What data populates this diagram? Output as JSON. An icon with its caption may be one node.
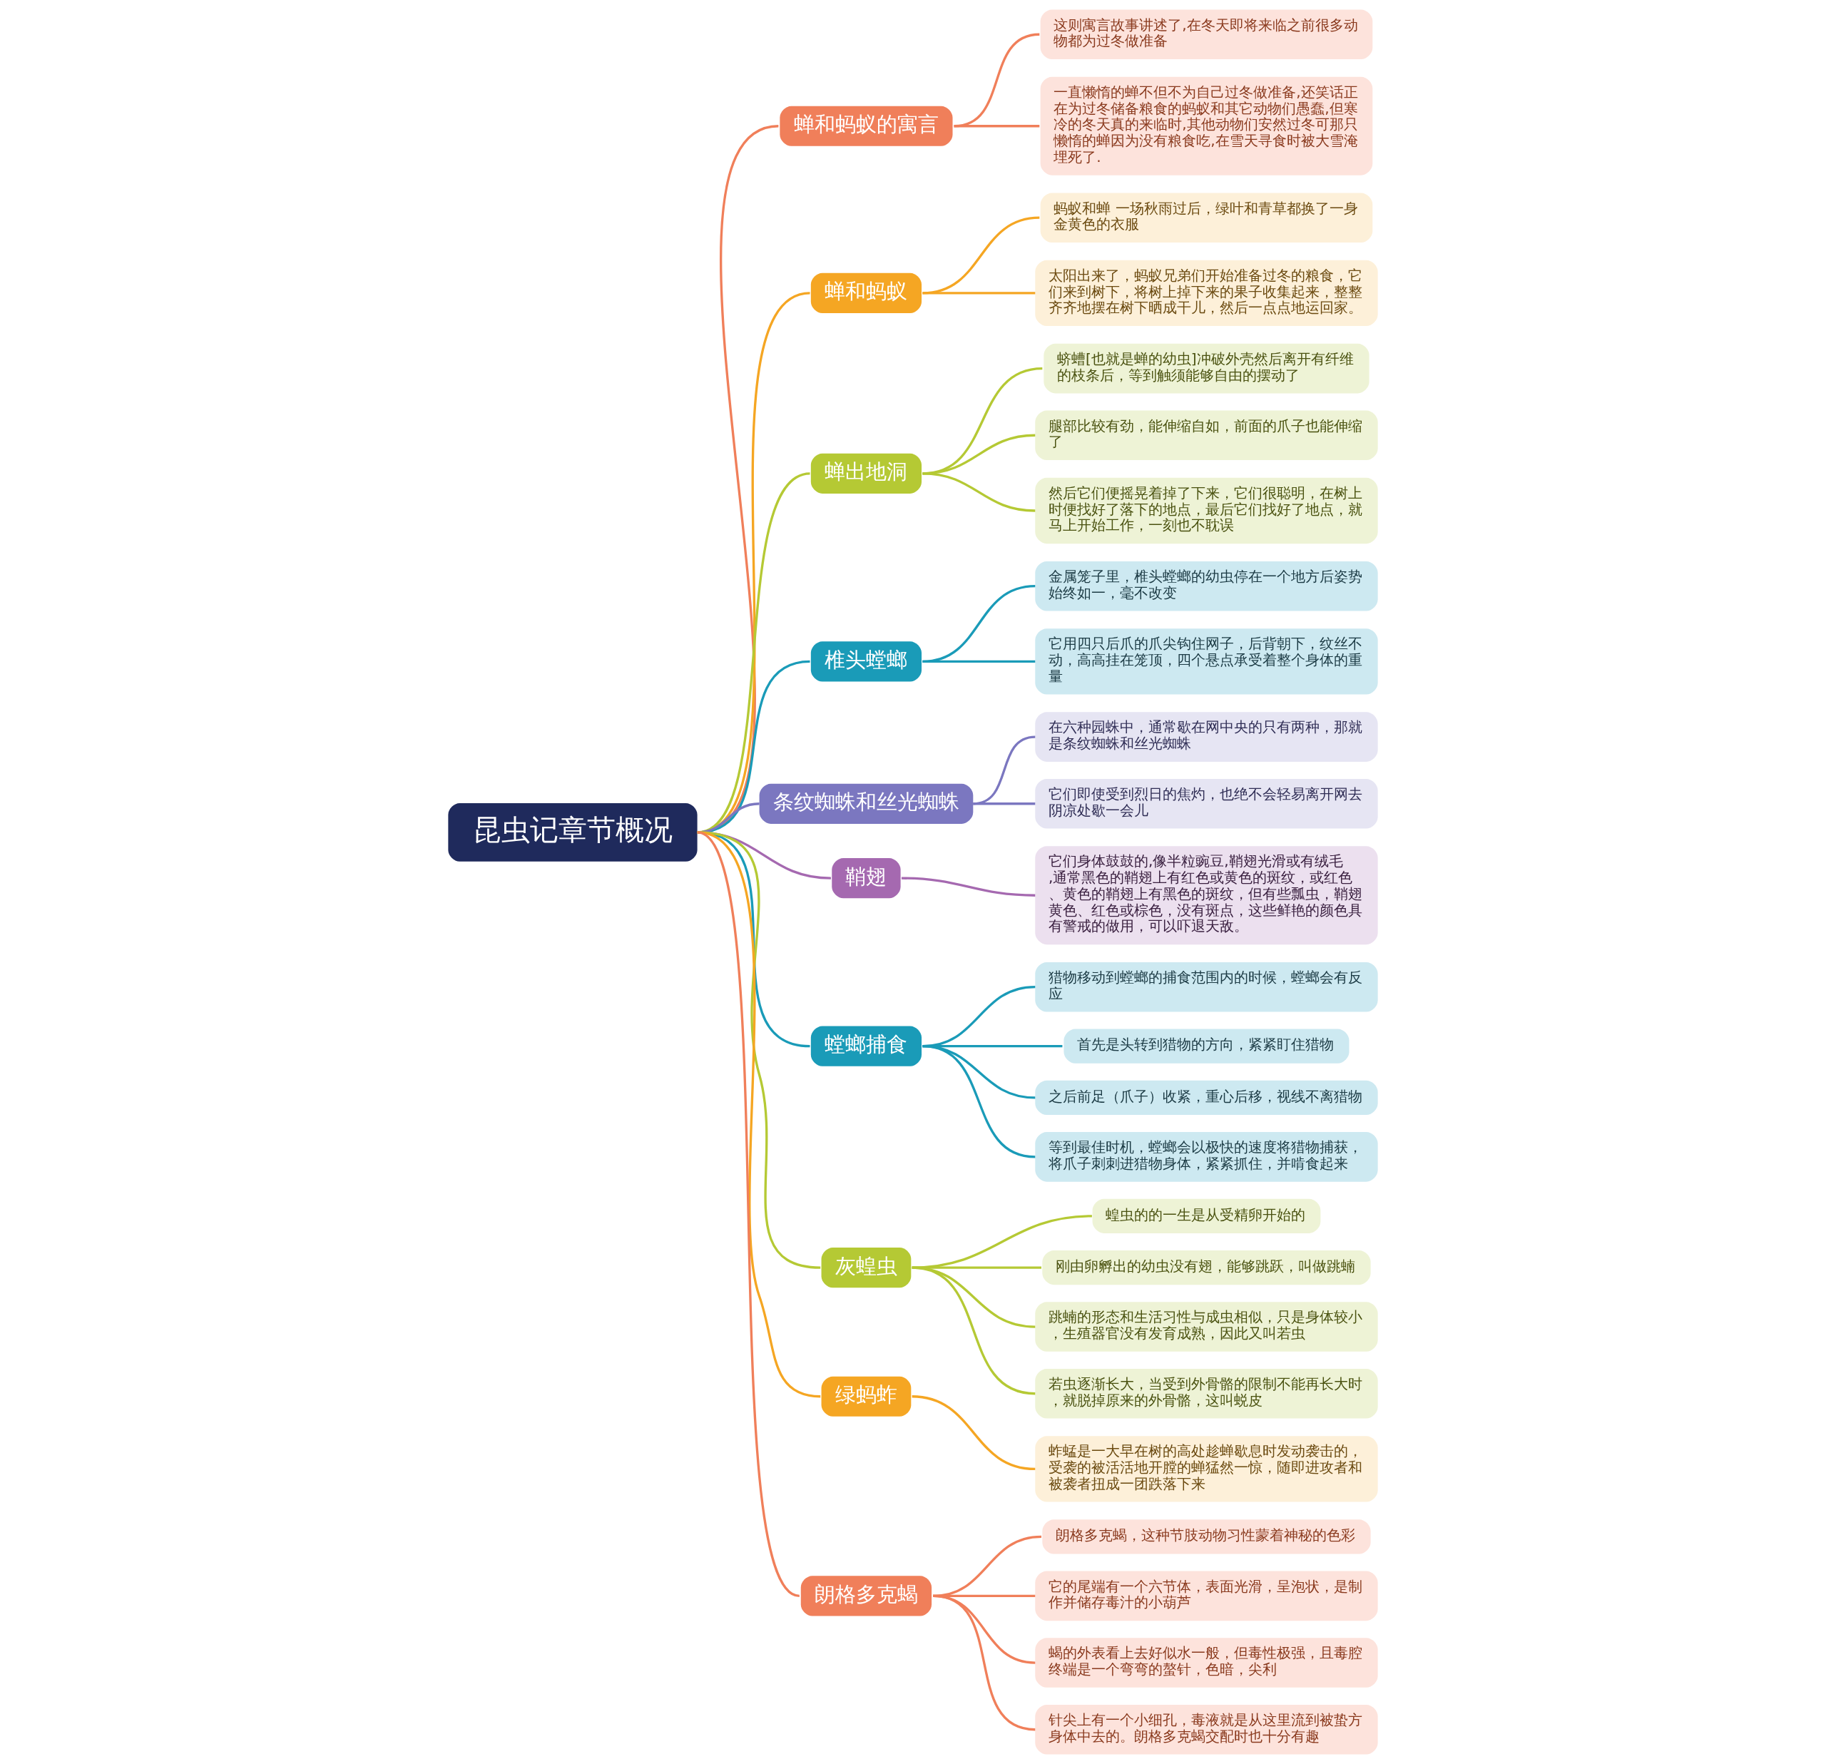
{
  "diagram": {
    "nodes": [
      {
        "text": [
          "昆虫记章节概况"
        ]
      },
      {
        "text": [
          "蝉和蚂蚁的寓言"
        ]
      },
      {
        "text": [
          "这则寓言故事讲述了,在冬天即将来临之前很多动物都为过冬做准备"
        ]
      },
      {
        "text": [
          "一直懒惰的蝉不但不为自己过冬做准备,还笑话正在为过冬储备粮食的蚂蚁和其它动物们愚蠢,但寒冷的冬天真的来临时,其他动物们安然过冬可那只懒惰的蝉因为没有粮食吃,在雪天寻食时被大雪淹埋死了."
        ]
      },
      {
        "text": [
          "蝉和蚂蚁"
        ]
      },
      {
        "text": [
          "蚂蚁和蝉 一场秋雨过后，绿叶和青草都换了一身金黄色的衣服"
        ]
      },
      {
        "text": [
          "太阳出来了，蚂蚁兄弟们开始准备过冬的粮食，它们来到树下，将树上掉下来的果子收集起来，整整齐齐地摆在树下晒成干儿，然后一点点地运回家。"
        ]
      },
      {
        "text": [
          "蝉出地洞"
        ]
      },
      {
        "text": [
          "蛴螬[也就是蝉的幼虫]冲破外壳然后离开有纤维的枝条后，等到触须能够自由的摆动了"
        ]
      },
      {
        "text": [
          "腿部比较有劲，能伸缩自如，前面的爪子也能伸缩了"
        ]
      },
      {
        "text": [
          "然后它们便摇晃着掉了下来，它们很聪明，在树上时便找好了落下的地点，最后它们找好了地点，就马上开始工作，一刻也不耽误"
        ]
      },
      {
        "text": [
          "椎头螳螂"
        ]
      },
      {
        "text": [
          "金属笼子里，椎头螳螂的幼虫停在一个地方后姿势始终如一，毫不改变"
        ]
      },
      {
        "text": [
          "它用四只后爪的爪尖钩住网子，后背朝下，纹丝不动，高高挂在笼顶，四个悬点承受着整个身体的重量"
        ]
      },
      {
        "text": [
          "条纹蜘蛛和丝光蜘蛛"
        ]
      },
      {
        "text": [
          "在六种园蛛中，通常歇在网中央的只有两种，那就是条纹蜘蛛和丝光蜘蛛"
        ]
      },
      {
        "text": [
          "它们即使受到烈日的焦灼，也绝不会轻易离开网去阴凉处歇一会儿"
        ]
      },
      {
        "text": [
          "鞘翅"
        ]
      },
      {
        "text": [
          "它们身体鼓鼓的,像半粒豌豆,鞘翅光滑或有绒毛,通常黑色的鞘翅上有红色或黄色的斑纹，或红色、黄色的鞘翅上有黑色的斑纹，但有些瓢虫，鞘翅黄色、红色或棕色，没有斑点，这些鲜艳的颜色具有警戒的做用，可以吓退天敌。"
        ]
      },
      {
        "text": [
          "螳螂捕食"
        ]
      },
      {
        "text": [
          "猎物移动到螳螂的捕食范围内的时候，螳螂会有反应"
        ]
      },
      {
        "text": [
          "首先是头转到猎物的方向，紧紧盯住猎物"
        ]
      },
      {
        "text": [
          "之后前足（爪子）收紧，重心后移，视线不离猎物"
        ]
      },
      {
        "text": [
          "等到最佳时机，螳螂会以极快的速度将猎物捕获，将爪子刺刺进猎物身体，紧紧抓住，并啃食起来"
        ]
      },
      {
        "text": [
          "灰蝗虫"
        ]
      },
      {
        "text": [
          "蝗虫的的一生是从受精卵开始的"
        ]
      },
      {
        "text": [
          "刚由卵孵出的幼虫没有翅，能够跳跃，叫做跳蝻"
        ]
      },
      {
        "text": [
          "跳蝻的形态和生活习性与成虫相似，只是身体较小，生殖器官没有发育成熟，因此又叫若虫"
        ]
      },
      {
        "text": [
          "若虫逐渐长大，当受到外骨骼的限制不能再长大时，就脱掉原来的外骨骼，这叫蜕皮"
        ]
      },
      {
        "text": [
          "绿蚂蚱"
        ]
      },
      {
        "text": [
          "蚱蜢是一大早在树的高处趁蝉歇息时发动袭击的，受袭的被活活地开膛的蝉猛然一惊，随即进攻者和被袭者扭成一团跌落下来"
        ]
      },
      {
        "text": [
          "朗格多克蝎"
        ]
      },
      {
        "text": [
          "朗格多克蝎，这种节肢动物习性蒙着神秘的色彩"
        ]
      },
      {
        "text": [
          "它的尾端有一个六节体，表面光滑，呈泡状，是制作并储存毒汁的小葫芦"
        ]
      },
      {
        "text": [
          "蝎的外表看上去好似水一般，但毒性极强，且毒腔终端是一个弯弯的螯针，色暗，尖利"
        ]
      },
      {
        "text": [
          "针尖上有一个小细孔，毒液就是从这里流到被蛰方身体中去的。朗格多克蝎交配时也十分有趣"
        ]
      }
    ],
    "edges": [
      {
        "from": 0,
        "to": 1,
        "arrow": "none",
        "color": "#f07f5a"
      },
      {
        "from": 1,
        "to": 2,
        "arrow": "none",
        "color": "#f07f5a"
      },
      {
        "from": 1,
        "to": 3,
        "arrow": "none",
        "color": "#f07f5a"
      },
      {
        "from": 0,
        "to": 4,
        "arrow": "none",
        "color": "#f5a623"
      },
      {
        "from": 4,
        "to": 5,
        "arrow": "none",
        "color": "#f5a623"
      },
      {
        "from": 4,
        "to": 6,
        "arrow": "none",
        "color": "#f5a623"
      },
      {
        "from": 0,
        "to": 7,
        "arrow": "none",
        "color": "#b5c934"
      },
      {
        "from": 7,
        "to": 8,
        "arrow": "none",
        "color": "#b5c934"
      },
      {
        "from": 7,
        "to": 9,
        "arrow": "none",
        "color": "#b5c934"
      },
      {
        "from": 7,
        "to": 10,
        "arrow": "none",
        "color": "#b5c934"
      },
      {
        "from": 0,
        "to": 11,
        "arrow": "none",
        "color": "#1a9bb8"
      },
      {
        "from": 11,
        "to": 12,
        "arrow": "none",
        "color": "#1a9bb8"
      },
      {
        "from": 11,
        "to": 13,
        "arrow": "none",
        "color": "#1a9bb8"
      },
      {
        "from": 0,
        "to": 14,
        "arrow": "none",
        "color": "#7b77c0"
      },
      {
        "from": 14,
        "to": 15,
        "arrow": "none",
        "color": "#7b77c0"
      },
      {
        "from": 14,
        "to": 16,
        "arrow": "none",
        "color": "#7b77c0"
      },
      {
        "from": 0,
        "to": 17,
        "arrow": "none",
        "color": "#a569b0"
      },
      {
        "from": 17,
        "to": 18,
        "arrow": "none",
        "color": "#a569b0"
      },
      {
        "from": 0,
        "to": 19,
        "arrow": "none",
        "color": "#1a9bb8"
      },
      {
        "from": 19,
        "to": 20,
        "arrow": "none",
        "color": "#1a9bb8"
      },
      {
        "from": 19,
        "to": 21,
        "arrow": "none",
        "color": "#1a9bb8"
      },
      {
        "from": 19,
        "to": 22,
        "arrow": "none",
        "color": "#1a9bb8"
      },
      {
        "from": 19,
        "to": 23,
        "arrow": "none",
        "color": "#1a9bb8"
      },
      {
        "from": 0,
        "to": 24,
        "arrow": "none",
        "color": "#b5c934"
      },
      {
        "from": 24,
        "to": 25,
        "arrow": "none",
        "color": "#b5c934"
      },
      {
        "from": 24,
        "to": 26,
        "arrow": "none",
        "color": "#b5c934"
      },
      {
        "from": 24,
        "to": 27,
        "arrow": "none",
        "color": "#b5c934"
      },
      {
        "from": 24,
        "to": 28,
        "arrow": "none",
        "color": "#b5c934"
      },
      {
        "from": 0,
        "to": 29,
        "arrow": "none",
        "color": "#f5a623"
      },
      {
        "from": 29,
        "to": 30,
        "arrow": "none",
        "color": "#f5a623"
      },
      {
        "from": 0,
        "to": 31,
        "arrow": "none",
        "color": "#f07f5a"
      },
      {
        "from": 31,
        "to": 32,
        "arrow": "none",
        "color": "#f07f5a"
      },
      {
        "from": 31,
        "to": 33,
        "arrow": "none",
        "color": "#f07f5a"
      },
      {
        "from": 31,
        "to": 34,
        "arrow": "none",
        "color": "#f07f5a"
      },
      {
        "from": 31,
        "to": 35,
        "arrow": "none",
        "color": "#f07f5a"
      }
    ]
  }
}
